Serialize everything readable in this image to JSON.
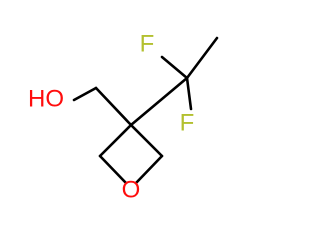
{
  "molecule": {
    "atoms": {
      "hydroxyl": {
        "label": "HO",
        "color": "#ff0d0d"
      },
      "ring_oxygen": {
        "label": "O",
        "color": "#ff0d0d"
      },
      "fluorine_top": {
        "label": "F",
        "color": "#b3c02f"
      },
      "fluorine_right": {
        "label": "F",
        "color": "#b3c02f"
      }
    },
    "bond_color": "#000000"
  }
}
